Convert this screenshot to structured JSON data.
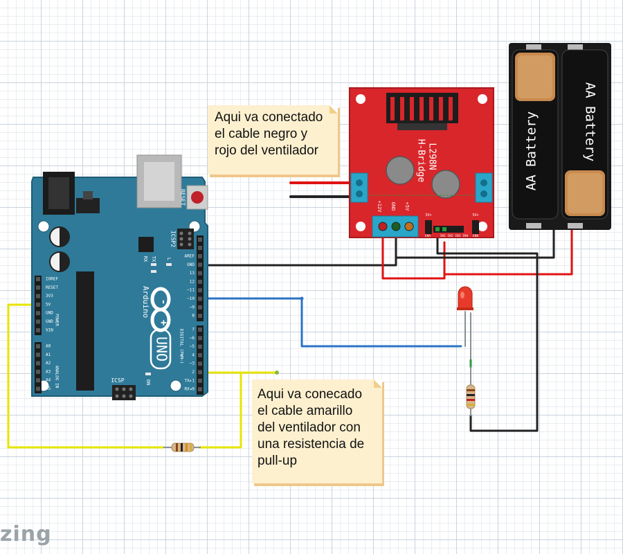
{
  "notes": {
    "fan_wires": [
      "Aqui va conectado",
      "el cable negro y",
      "rojo del ventilador"
    ],
    "pullup": [
      "Aqui va conecado",
      "el cable amarillo",
      "del ventilador con",
      "una resistencia de",
      "pull-up"
    ]
  },
  "arduino": {
    "brand": "Arduino",
    "model": "UNO",
    "reset_label": "RESET",
    "icsp2_label": "ICSP2",
    "icsp_label": "ICSP",
    "tx_label": "TX",
    "rx_label": "RX",
    "l_label": "L",
    "on_label": "ON",
    "digital_label": "DIGITAL (PWM~)",
    "analog_label": "ANALOG IN",
    "power_label": "POWER",
    "power_pins": [
      "IOREF",
      "RESET",
      "3V3",
      "5V",
      "GND",
      "GND",
      "VIN"
    ],
    "analog_pins": [
      "A0",
      "A1",
      "A2",
      "A3",
      "A4",
      "A5"
    ],
    "digital_top_pins": [
      "AREF",
      "GND",
      "13",
      "12",
      "~11",
      "~10",
      "~9",
      "8"
    ],
    "digital_bottom_pins": [
      "7",
      "~6",
      "~5",
      "4",
      "~3",
      "2",
      "TX▸1",
      "RX◂0"
    ]
  },
  "driver": {
    "chip": "L298N",
    "name": "H-Bridge",
    "terminal_labels": [
      "+12V",
      "GND",
      "+5V"
    ],
    "header_left": "5V+",
    "header_right": "5V+",
    "enable_label": "ENA",
    "inputs_label": "IN1 IN2 IN3 IN4",
    "enb_label": "ENB"
  },
  "battery": {
    "cells": [
      "AA Battery",
      "AA Battery"
    ]
  },
  "logo": "zing",
  "colors": {
    "arduino": "#2f7a99",
    "driver": "#d9262b",
    "wire_black": "#222222",
    "wire_red": "#e01212",
    "wire_blue": "#2a73c6",
    "wire_yellow": "#e8e500",
    "terminal": "#2aa6c9"
  }
}
